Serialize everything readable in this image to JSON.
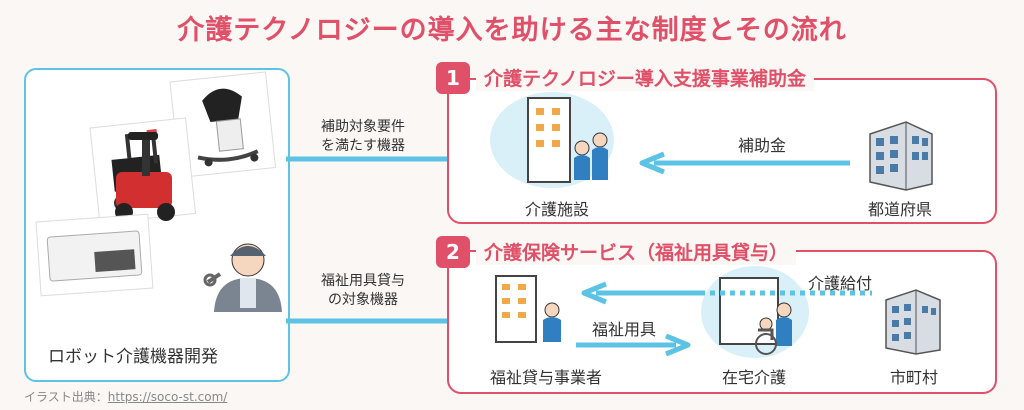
{
  "title": "介護テクノロジーの導入を助ける主な制度とその流れ",
  "left_panel": {
    "label": "ロボット介護機器開発"
  },
  "arrows": {
    "top_label_line1": "補助対象要件",
    "top_label_line2": "を満たす機器",
    "bottom_label_line1": "福祉用具貸与",
    "bottom_label_line2": "の対象機器"
  },
  "section1": {
    "number": "1",
    "title": "介護テクノロジー導入支援事業補助金",
    "facility_label": "介護施設",
    "prefecture_label": "都道府県",
    "flow_label": "補助金"
  },
  "section2": {
    "number": "2",
    "title": "介護保険サービス（福祉用具貸与）",
    "rental_label": "福祉貸与事業者",
    "home_care_label": "在宅介護",
    "municipality_label": "市町村",
    "benefit_label": "介護給付",
    "equipment_label": "福祉用具"
  },
  "credit": {
    "prefix": "イラスト出典：",
    "link": "https://soco-st.com/"
  },
  "colors": {
    "accent_red": "#e05068",
    "accent_blue": "#5cc3e4",
    "background": "#fbf7f4"
  }
}
